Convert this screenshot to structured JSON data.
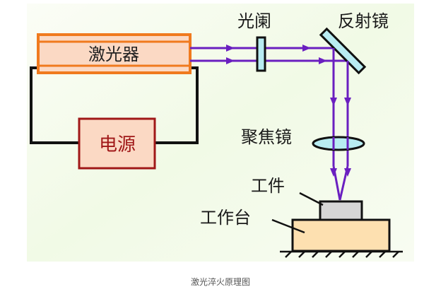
{
  "diagram": {
    "labels": {
      "laser": "激光器",
      "power_supply": "电源",
      "aperture": "光阑",
      "mirror": "反射镜",
      "focusing_lens": "聚焦镜",
      "workpiece": "工件",
      "worktable": "工作台"
    },
    "colors": {
      "beam": "#6a1fc0",
      "laser_fill": "#fbd9c4",
      "laser_border": "#f07a1e",
      "power_fill": "#fbd9c4",
      "power_border": "#a01818",
      "optic_fill": "#b8ecf2",
      "workpiece_fill": "#d6d6d6",
      "table_fill": "#fde0b0",
      "background": "#f3fbea"
    }
  },
  "caption": "激光淬火原理图"
}
